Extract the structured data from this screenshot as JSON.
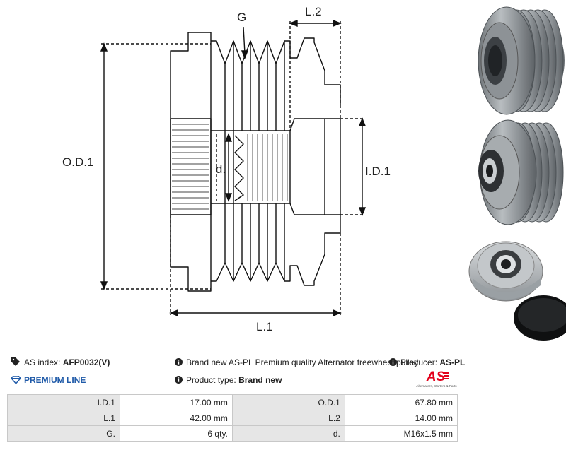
{
  "drawing": {
    "labels": {
      "g": "G",
      "l2": "L.2",
      "od1": "O.D.1",
      "d": "d.",
      "id1": "I.D.1",
      "l1": "L.1"
    }
  },
  "info": {
    "as_index_label": "AS index:",
    "as_index_value": "AFP0032(V)",
    "premium_line": "PREMIUM LINE",
    "description": "Brand new AS-PL Premium quality Alternator freewheel pulley",
    "producer_label": "Producer:",
    "producer_value": "AS-PL",
    "product_type_label": "Product type:",
    "product_type_value": "Brand new"
  },
  "logo": {
    "mark": "AS",
    "tagline": "Alternators, Starters & Parts"
  },
  "specs": [
    {
      "l1": "I.D.1",
      "v1": "17.00 mm",
      "l2": "O.D.1",
      "v2": "67.80 mm"
    },
    {
      "l1": "L.1",
      "v1": "42.00 mm",
      "l2": "L.2",
      "v2": "14.00 mm"
    },
    {
      "l1": "G.",
      "v1": "6 qty.",
      "l2": "d.",
      "v2": "M16x1.5 mm"
    }
  ],
  "colors": {
    "accent_blue": "#1f5aa8",
    "logo_red": "#e3001b",
    "table_header_bg": "#e6e6e6",
    "metal": "#9aa0a4"
  }
}
